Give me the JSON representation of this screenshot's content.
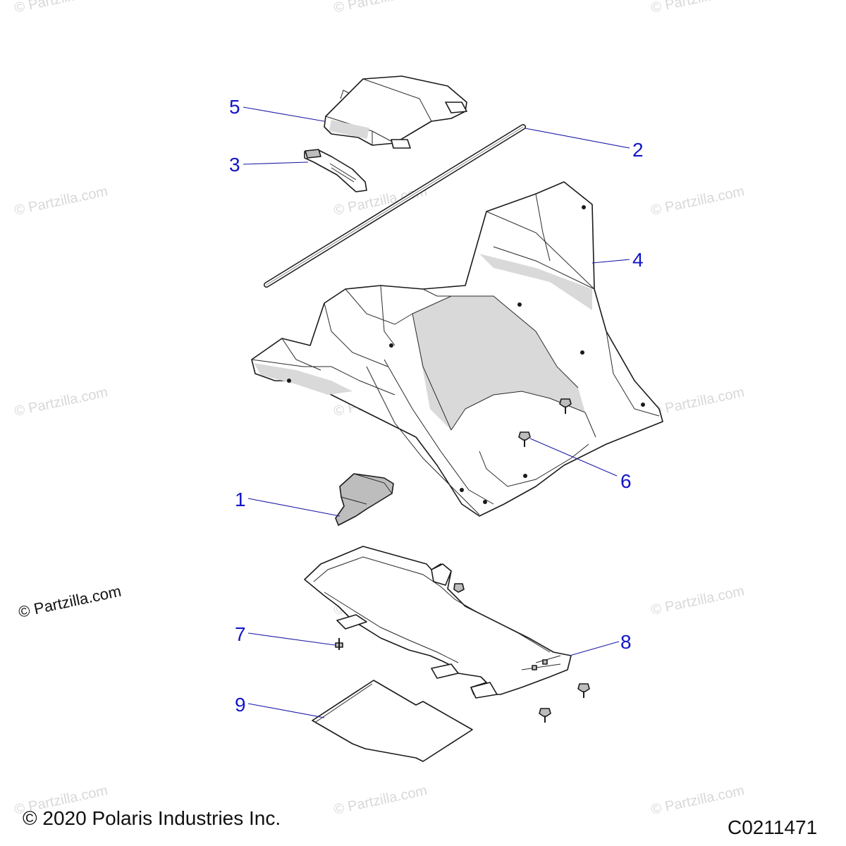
{
  "callouts": [
    "1",
    "2",
    "3",
    "4",
    "5",
    "6",
    "7",
    "8",
    "9"
  ],
  "watermark": "© Partzilla.com",
  "watermark_dark": "© Partzilla.com",
  "copyright": "© 2020 Polaris Industries Inc.",
  "diagram_code": "C0211471",
  "colors": {
    "callout": "#1515c8",
    "leader": "#1a1aa6",
    "line": "#1a1a1a"
  }
}
